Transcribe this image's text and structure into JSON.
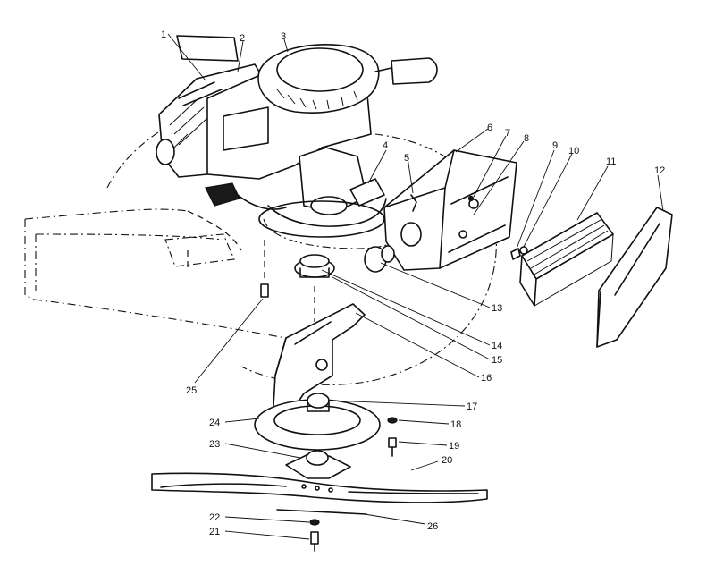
{
  "callouts": [
    {
      "id": "c1",
      "text": "1"
    },
    {
      "id": "c2",
      "text": "2"
    },
    {
      "id": "c3",
      "text": "3"
    },
    {
      "id": "c4",
      "text": "4"
    },
    {
      "id": "c5",
      "text": "5"
    },
    {
      "id": "c6",
      "text": "6"
    },
    {
      "id": "c7",
      "text": "7"
    },
    {
      "id": "c8",
      "text": "8"
    },
    {
      "id": "c9",
      "text": "9"
    },
    {
      "id": "c10",
      "text": "10"
    },
    {
      "id": "c11",
      "text": "11"
    },
    {
      "id": "c12",
      "text": "12"
    },
    {
      "id": "c13",
      "text": "13"
    },
    {
      "id": "c14",
      "text": "14"
    },
    {
      "id": "c15",
      "text": "15"
    },
    {
      "id": "c16",
      "text": "16"
    },
    {
      "id": "c17",
      "text": "17"
    },
    {
      "id": "c18",
      "text": "18"
    },
    {
      "id": "c19",
      "text": "19"
    },
    {
      "id": "c20",
      "text": "20"
    },
    {
      "id": "c21",
      "text": "21"
    },
    {
      "id": "c22",
      "text": "22"
    },
    {
      "id": "c23",
      "text": "23"
    },
    {
      "id": "c24",
      "text": "24"
    },
    {
      "id": "c25",
      "text": "25"
    },
    {
      "id": "c26",
      "text": "26"
    }
  ]
}
